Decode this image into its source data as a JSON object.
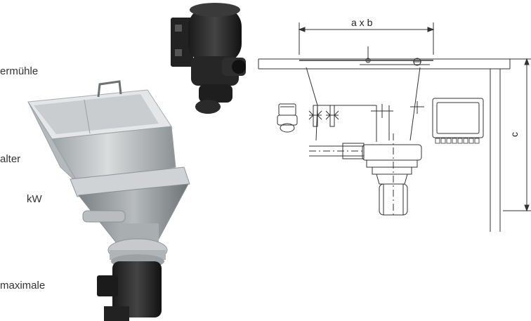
{
  "fragments": [
    "ermühle",
    "alter",
    "kW",
    "maximale"
  ],
  "drawing": {
    "dim_width_label": "a x b",
    "dim_height_label": "c"
  }
}
